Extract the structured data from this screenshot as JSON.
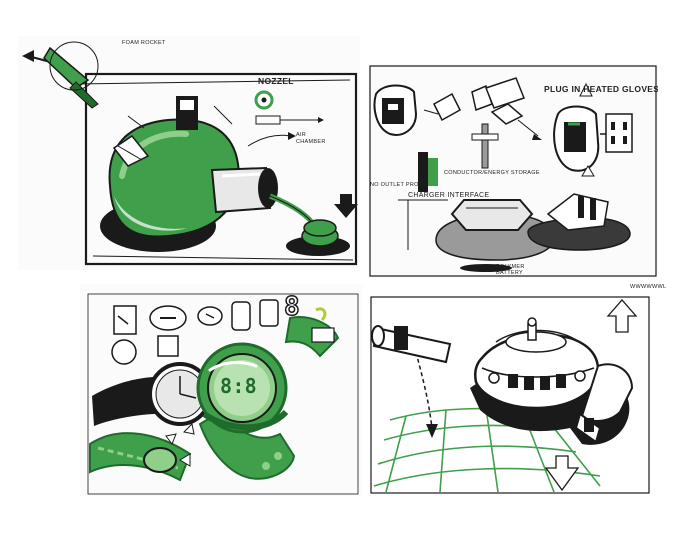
{
  "colors": {
    "marker_green": "#3f9f4a",
    "dark_green": "#1f6b2c",
    "light_green": "#8fcf8a",
    "ink": "#1a1a1a",
    "shadow_gray": "#9a9a9a",
    "paper": "#fbfbfb"
  },
  "panels": {
    "rocket": {
      "label_foam_rocket": "FOAM ROCKET",
      "label_nozzel": "NOZZEL",
      "label_air_chamber": "AIR CHAMBER"
    },
    "gloves": {
      "title": "PLUG IN HEATED GLOVES",
      "label_conductor": "CONDUCTOR/ENERGY STORAGE",
      "label_outlet_prong": "NO OUTLET PRONG",
      "label_charger": "CHARGER INTERFACE",
      "label_battery_1": "POLYMER",
      "label_battery_2": "BATTERY",
      "signature": "WWWWWWL"
    },
    "watch": {
      "digit_display": "8",
      "face_display": "8:8"
    },
    "vehicle": {}
  }
}
